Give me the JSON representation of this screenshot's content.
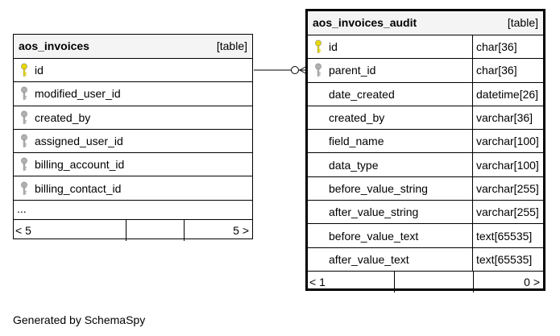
{
  "tables": [
    {
      "name": "aos_invoices",
      "kind": "[table]",
      "columns": [
        {
          "name": "id",
          "key": "primary"
        },
        {
          "name": "modified_user_id",
          "key": "foreign"
        },
        {
          "name": "created_by",
          "key": "foreign"
        },
        {
          "name": "assigned_user_id",
          "key": "foreign"
        },
        {
          "name": "billing_account_id",
          "key": "foreign"
        },
        {
          "name": "billing_contact_id",
          "key": "foreign"
        }
      ],
      "ellipsis": "...",
      "parents": "< 5",
      "children": "5 >"
    },
    {
      "name": "aos_invoices_audit",
      "kind": "[table]",
      "columns": [
        {
          "name": "id",
          "type": "char[36]",
          "key": "primary"
        },
        {
          "name": "parent_id",
          "type": "char[36]",
          "key": "foreign"
        },
        {
          "name": "date_created",
          "type": "datetime[26]",
          "key": "none"
        },
        {
          "name": "created_by",
          "type": "varchar[36]",
          "key": "none"
        },
        {
          "name": "field_name",
          "type": "varchar[100]",
          "key": "none"
        },
        {
          "name": "data_type",
          "type": "varchar[100]",
          "key": "none"
        },
        {
          "name": "before_value_string",
          "type": "varchar[255]",
          "key": "none"
        },
        {
          "name": "after_value_string",
          "type": "varchar[255]",
          "key": "none"
        },
        {
          "name": "before_value_text",
          "type": "text[65535]",
          "key": "none"
        },
        {
          "name": "after_value_text",
          "type": "text[65535]",
          "key": "none"
        }
      ],
      "parents": "< 1",
      "children": "0 >"
    }
  ],
  "colors": {
    "primary_key": "#e8d800",
    "foreign_key": "#b0b0b0",
    "header_bg": "#f4f4f4"
  },
  "footer_text": "Generated by SchemaSpy"
}
